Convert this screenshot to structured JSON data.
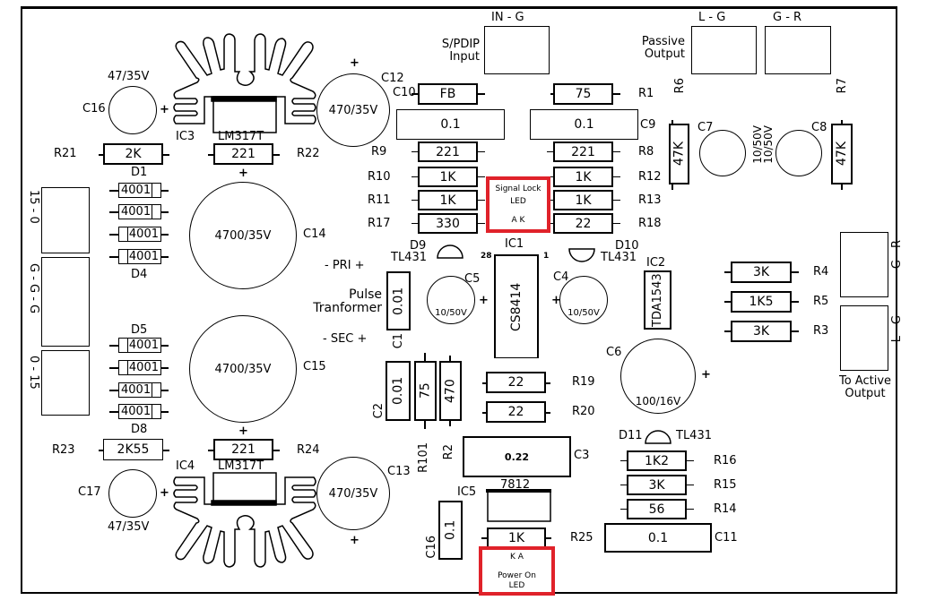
{
  "accent_colors": {
    "led_highlight": "#e0222a",
    "ink": "#000000",
    "background": "#ffffff"
  },
  "connectors": {
    "spdif_input": {
      "title": "S/PDIP\nInput",
      "title_l1": "S/PDIP",
      "title_l2": "Input",
      "pins": "IN - G"
    },
    "passive_output": {
      "title_l1": "Passive",
      "title_l2": "Output",
      "left_pins": "L - G",
      "right_pins": "G - R"
    },
    "active_output": {
      "title_l1": "To Active",
      "title_l2": "Output",
      "top_pins": "G - R",
      "bottom_pins": "L - G"
    },
    "power_input": {
      "top_pins": "15 - 0",
      "middle_pins": "G - G - G",
      "bottom_pins": "0 - 15"
    }
  },
  "leds": {
    "signal_lock": {
      "l1": "Signal Lock",
      "l2": "LED",
      "pins": "A  K"
    },
    "power_on": {
      "pins": "K  A",
      "l1": "Power On",
      "l2": "LED"
    }
  },
  "transformer": {
    "pri": "-  PRI  +",
    "l1": "Pulse",
    "l2": "Tranformer",
    "sec": "-  SEC  +"
  },
  "ics": {
    "IC1": {
      "ref": "IC1",
      "part": "CS8414",
      "pin_left": "28",
      "pin_right": "1"
    },
    "IC2": {
      "ref": "IC2",
      "part": "TDA1543"
    },
    "IC3": {
      "ref": "IC3",
      "part": "LM317T"
    },
    "IC4": {
      "ref": "IC4",
      "part": "LM317T"
    },
    "IC5": {
      "ref": "IC5",
      "part": "7812"
    }
  },
  "diodes": {
    "D1": "D1",
    "D4": "D4",
    "D5": "D5",
    "D8": "D8",
    "bridge_value": "4001",
    "D9": {
      "ref": "D9",
      "part": "TL431"
    },
    "D10": {
      "ref": "D10",
      "part": "TL431"
    },
    "D11": {
      "ref": "D11",
      "part": "TL431"
    }
  },
  "resistors": {
    "R1": {
      "ref": "R1",
      "value": "75"
    },
    "R2": {
      "ref": "R2",
      "value": "470"
    },
    "R3": {
      "ref": "R3",
      "value": "3K"
    },
    "R4": {
      "ref": "R4",
      "value": "3K"
    },
    "R5": {
      "ref": "R5",
      "value": "1K5"
    },
    "R6": {
      "ref": "R6",
      "value": "47K"
    },
    "R7": {
      "ref": "R7",
      "value": "47K"
    },
    "R8": {
      "ref": "R8",
      "value": "221"
    },
    "R9": {
      "ref": "R9",
      "value": "221"
    },
    "R10": {
      "ref": "R10",
      "value": "1K"
    },
    "R11": {
      "ref": "R11",
      "value": "1K"
    },
    "R12": {
      "ref": "R12",
      "value": "1K"
    },
    "R13": {
      "ref": "R13",
      "value": "1K"
    },
    "R14": {
      "ref": "R14",
      "value": "56"
    },
    "R15": {
      "ref": "R15",
      "value": "3K"
    },
    "R16": {
      "ref": "R16",
      "value": "1K2"
    },
    "R17": {
      "ref": "R17",
      "value": "330"
    },
    "R18": {
      "ref": "R18",
      "value": "22"
    },
    "R19": {
      "ref": "R19",
      "value": "22"
    },
    "R20": {
      "ref": "R20",
      "value": "22"
    },
    "R21": {
      "ref": "R21",
      "value": "2K"
    },
    "R22": {
      "ref": "R22",
      "value": "221"
    },
    "R23": {
      "ref": "R23",
      "value": "2K55"
    },
    "R24": {
      "ref": "R24",
      "value": "221"
    },
    "R25": {
      "ref": "R25",
      "value": "1K"
    },
    "R101": {
      "ref": "R101",
      "value": "75"
    },
    "FB": {
      "value": "FB"
    }
  },
  "capacitors": {
    "C1": {
      "ref": "C1",
      "value": "0.01"
    },
    "C2": {
      "ref": "C2",
      "value": "0.01"
    },
    "C3": {
      "ref": "C3",
      "value": "0.22"
    },
    "C4": {
      "ref": "C4",
      "value": "10/50V"
    },
    "C5": {
      "ref": "C5",
      "value": "10/50V"
    },
    "C6": {
      "ref": "C6",
      "value": "100/16V"
    },
    "C7": {
      "ref": "C7",
      "value": "10/50V"
    },
    "C8": {
      "ref": "C8",
      "value": "10/50V"
    },
    "C9": {
      "ref": "C9",
      "value": "0.1"
    },
    "C10": {
      "ref": "C10",
      "value": "0.1"
    },
    "C11": {
      "ref": "C11",
      "value": "0.1"
    },
    "C12": {
      "ref": "C12",
      "value": "470/35V"
    },
    "C13": {
      "ref": "C13",
      "value": "470/35V"
    },
    "C14": {
      "ref": "C14",
      "value": "4700/35V"
    },
    "C15": {
      "ref": "C15",
      "value": "4700/35V"
    },
    "C16": {
      "ref": "C16",
      "value": "47/35V"
    },
    "C16b": {
      "ref": "C16",
      "value": "0.1"
    },
    "C17": {
      "ref": "C17",
      "value": "47/35V"
    }
  },
  "symbols": {
    "plus": "+"
  }
}
